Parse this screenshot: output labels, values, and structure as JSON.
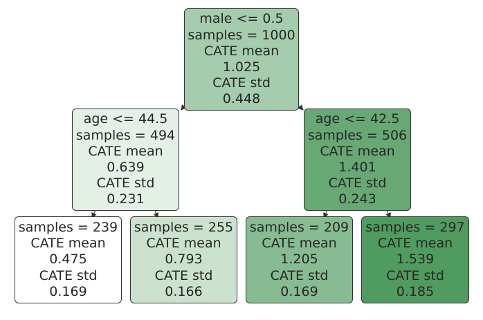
{
  "colors": {
    "edge": "#333333",
    "text": "#262626"
  },
  "tree": {
    "root": {
      "split": "male <= 0.5",
      "samples": "samples = 1000",
      "mean_label": "CATE mean",
      "mean": "1.025",
      "std_label": "CATE std",
      "std": "0.448",
      "fill": "#a5ccac"
    },
    "left": {
      "split": "age <= 44.5",
      "samples": "samples = 494",
      "mean_label": "CATE mean",
      "mean": "0.639",
      "std_label": "CATE std",
      "std": "0.231",
      "fill": "#e4efe6"
    },
    "right": {
      "split": "age <= 42.5",
      "samples": "samples = 506",
      "mean_label": "CATE mean",
      "mean": "1.401",
      "std_label": "CATE std",
      "std": "0.243",
      "fill": "#67a874"
    },
    "left_left": {
      "samples": "samples = 239",
      "mean_label": "CATE mean",
      "mean": "0.475",
      "std_label": "CATE std",
      "std": "0.169",
      "fill": "#ffffff"
    },
    "left_right": {
      "samples": "samples = 255",
      "mean_label": "CATE mean",
      "mean": "0.793",
      "std_label": "CATE std",
      "std": "0.166",
      "fill": "#cbe2cf"
    },
    "right_left": {
      "samples": "samples = 209",
      "mean_label": "CATE mean",
      "mean": "1.205",
      "std_label": "CATE std",
      "std": "0.169",
      "fill": "#87bb91"
    },
    "right_right": {
      "samples": "samples = 297",
      "mean_label": "CATE mean",
      "mean": "1.539",
      "std_label": "CATE std",
      "std": "0.185",
      "fill": "#509b5f"
    }
  }
}
